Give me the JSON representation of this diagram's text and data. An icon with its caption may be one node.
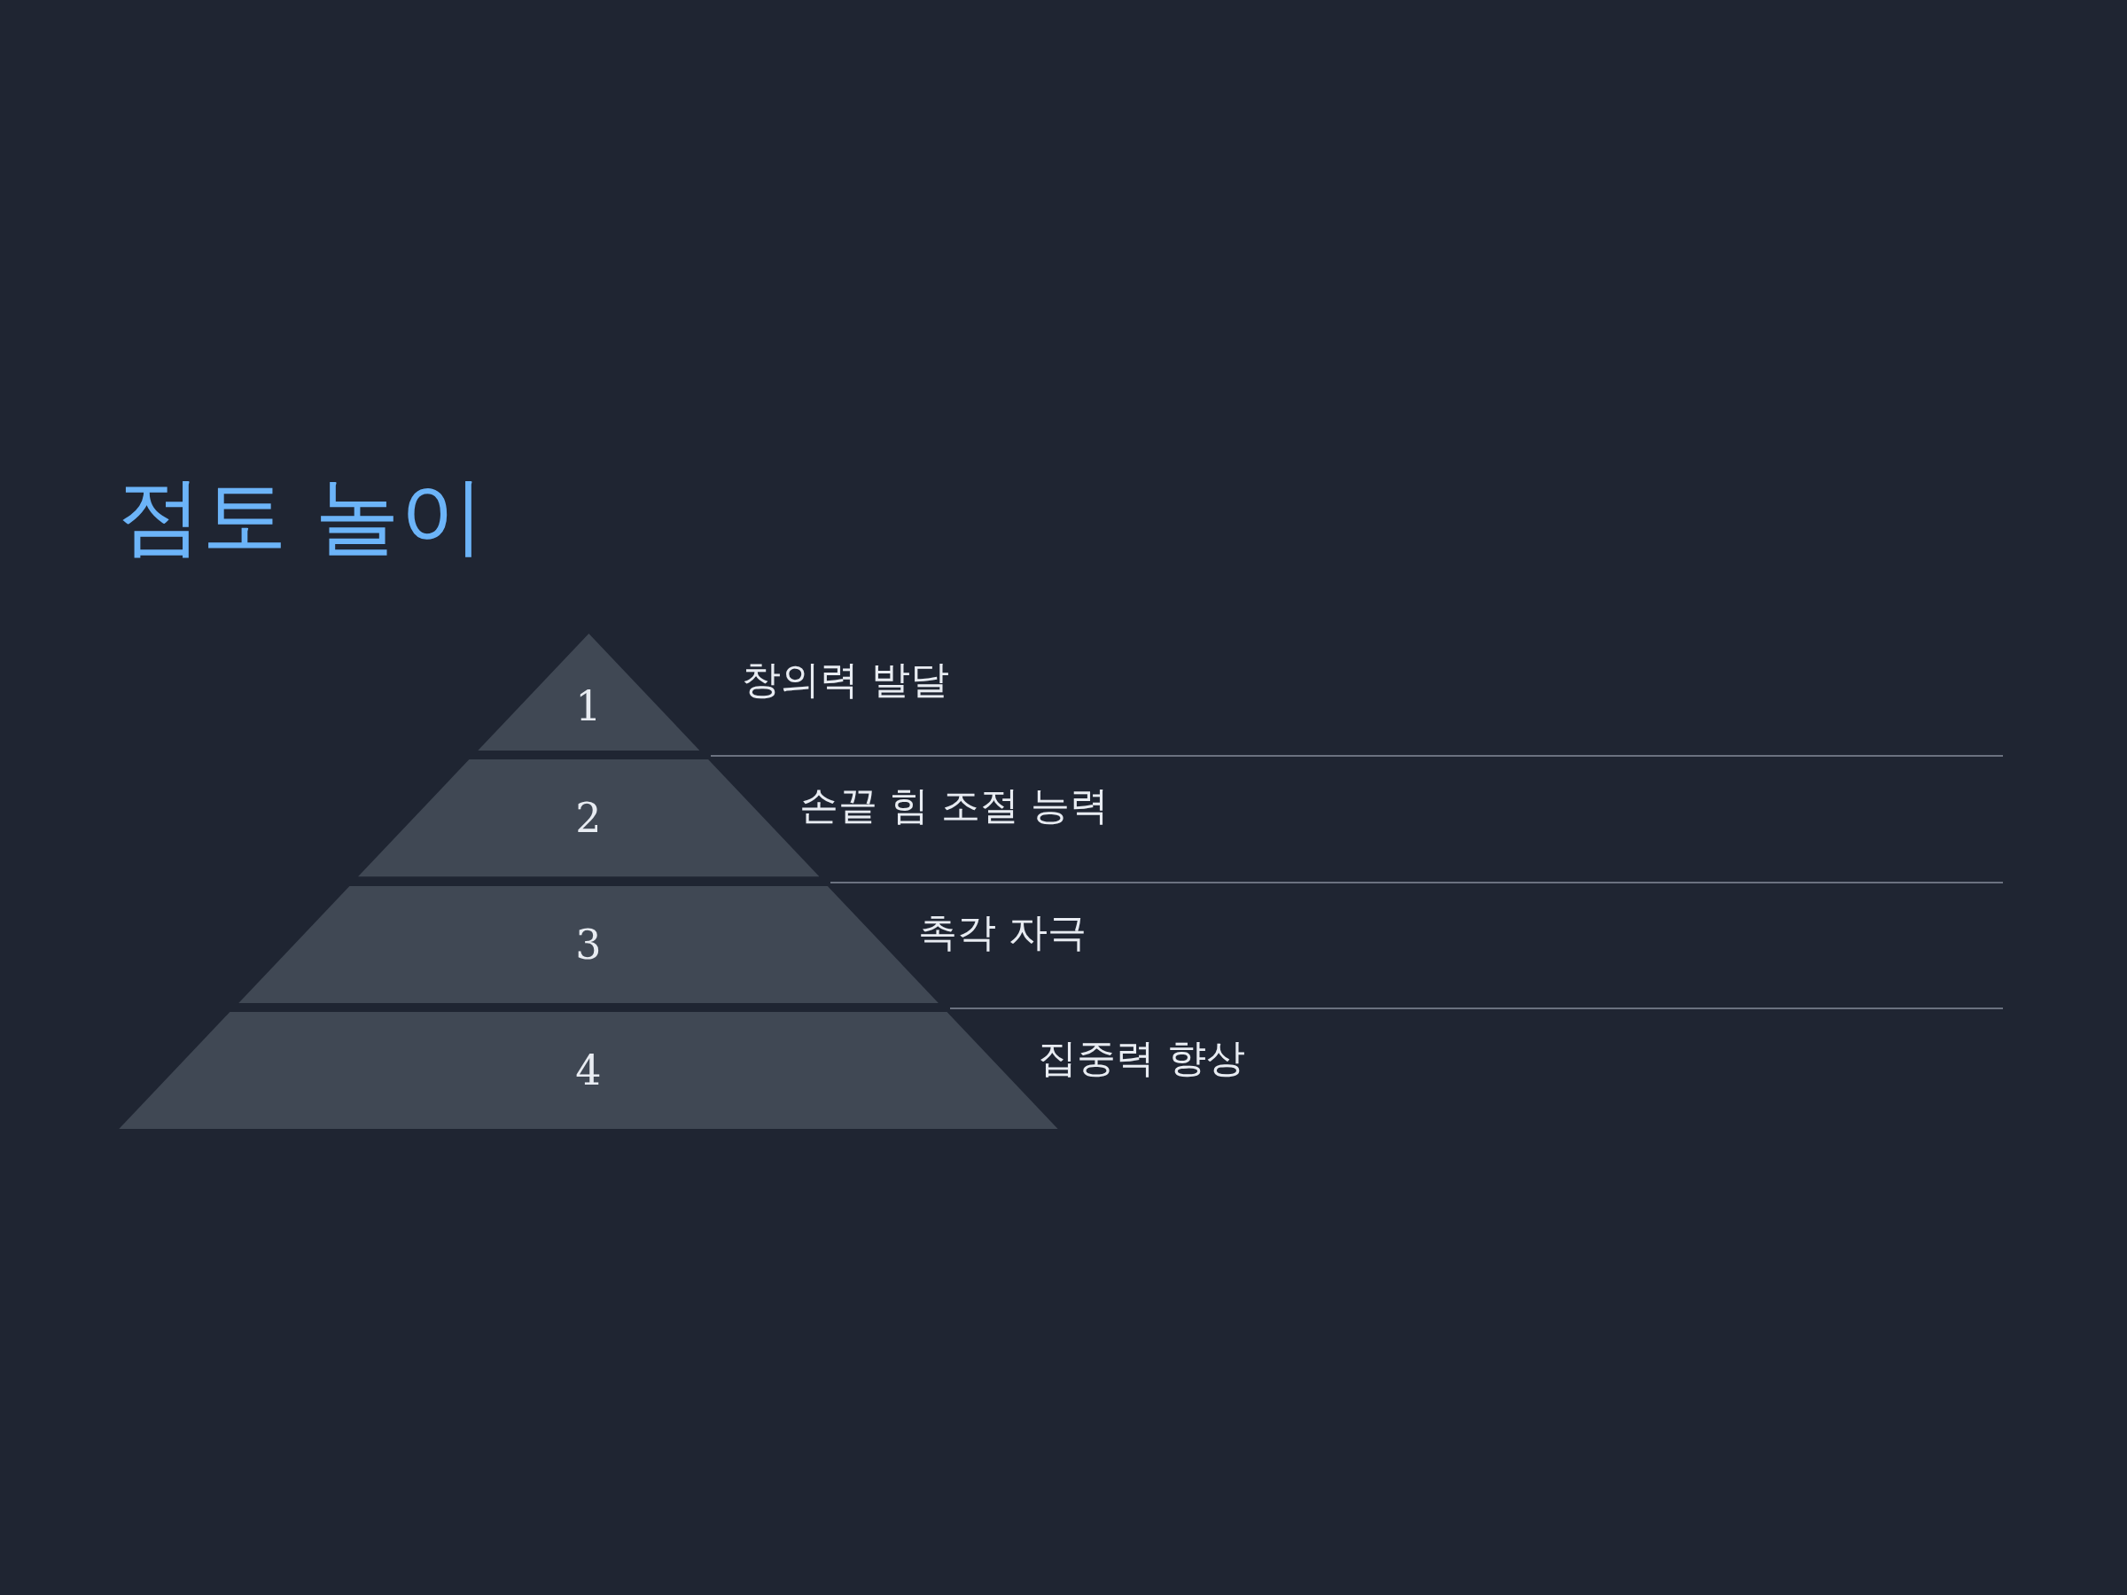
{
  "diagram": {
    "title": "점토 놀이",
    "nodes": [
      {
        "text": [
          "1"
        ],
        "beside": [
          "창의력 발달"
        ]
      },
      {
        "text": [
          "2"
        ],
        "beside": [
          "손끝 힘 조절 능력"
        ]
      },
      {
        "text": [
          "3"
        ],
        "beside": [
          "촉각 자극"
        ]
      },
      {
        "text": [
          "4"
        ],
        "beside": [
          "집중력 향상"
        ]
      }
    ],
    "edges": []
  }
}
